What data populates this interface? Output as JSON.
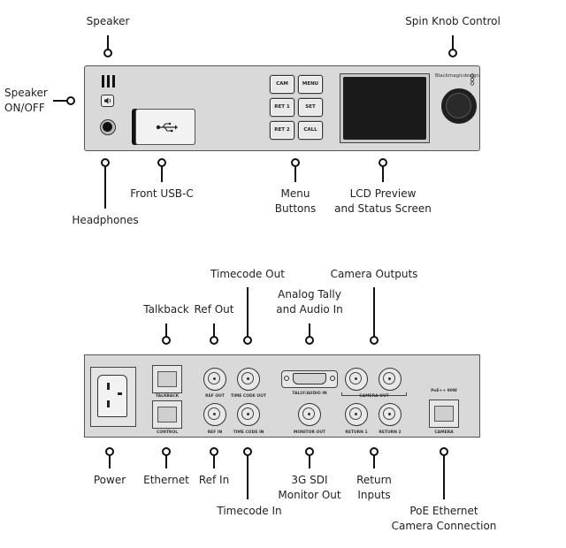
{
  "front_labels": {
    "speaker": "Speaker",
    "spin_knob": "Spin Knob Control",
    "speaker_onoff": "Speaker\nON/OFF",
    "headphones": "Headphones",
    "front_usb": "Front USB-C",
    "menu_buttons": "Menu\nButtons",
    "lcd": "LCD Preview\nand Status Screen"
  },
  "front_panel": {
    "brand": "Blackmagicdesign",
    "buttons": [
      "CAM",
      "MENU",
      "RET 1",
      "SET",
      "RET 2",
      "CALL"
    ],
    "usb_icon": "usb-icon",
    "speaker_icon": "speaker-icon"
  },
  "rear_labels": {
    "timecode_out": "Timecode Out",
    "camera_outputs": "Camera Outputs",
    "analog_tally": "Analog Tally\nand Audio In",
    "talkback": "Talkback",
    "ref_out": "Ref Out",
    "power": "Power",
    "ethernet": "Ethernet",
    "ref_in": "Ref In",
    "sdi_monitor": "3G SDI\nMonitor Out",
    "return_inputs": "Return\nInputs",
    "timecode_in": "Timecode In",
    "poe": "PoE Ethernet\nCamera Connection"
  },
  "rear_panel": {
    "talkback": "TALKBACK",
    "control": "CONTROL",
    "ref_out": "REF OUT",
    "ref_in": "REF IN",
    "tc_out": "TIME CODE OUT",
    "tc_in": "TIME CODE IN",
    "tally": "TALLY/AUDIO IN",
    "monitor_out": "MONITOR OUT",
    "camera_out": "CAMERA OUT",
    "return1": "RETURN 1",
    "return2": "RETURN 2",
    "poe": "PoE++ 90W",
    "camera": "CAMERA"
  }
}
